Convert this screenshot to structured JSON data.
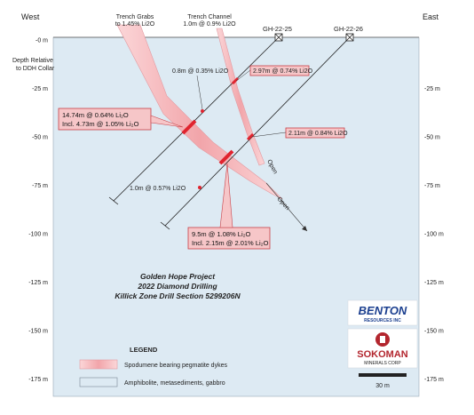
{
  "header": {
    "west": "West",
    "east": "East"
  },
  "depth_axis": {
    "caption_line1": "Depth Relative",
    "caption_line2": "to DDH Collar",
    "ticks": [
      "-0 m",
      "-25 m",
      "-50 m",
      "-75 m",
      "-100 m",
      "-125 m",
      "-150 m",
      "-175 m"
    ]
  },
  "drillholes": [
    {
      "name": "GH-22-25"
    },
    {
      "name": "GH-22-26"
    }
  ],
  "surface_samples": {
    "trench_grabs_l1": "Trench Grabs",
    "trench_grabs_l2": "to 1.45% Li2O",
    "trench_channel_l1": "Trench Channel",
    "trench_channel_l2": "1.0m @ 0.9% Li2O"
  },
  "intercepts": {
    "a": "0.8m @ 0.35% Li2O",
    "b": "2.97m @ 0.74% Li2O",
    "c_l1": "14.74m @ 0.64% Li₂O",
    "c_l2": "Incl. 4.73m @ 1.05% Li₂O",
    "d": "2.11m @ 0.84% Li2O",
    "e": "1.0m @ 0.57% Li2O",
    "f_l1": "9.5m @ 1.08% Li₂O",
    "f_l2": "Incl. 2.15m @ 2.01% Li₂O"
  },
  "open_labels": [
    "Open",
    "Open"
  ],
  "title": {
    "line1": "Golden Hope Project",
    "line2": "2022 Diamond Drilling",
    "line3": "Killick Zone Drill Section 5299206N"
  },
  "legend": {
    "heading": "LEGEND",
    "item1": "Spodumene bearing pegmatite dykes",
    "item2": "Amphibolite, metasediments, gabbro"
  },
  "logos": {
    "benton_main": "BENTON",
    "benton_sub": "RESOURCES INC",
    "sokoman_main": "SOKOMAN",
    "sokoman_sub": "MINERALS CORP"
  },
  "scale_label": "30 m",
  "colors": {
    "host_rock": "#ddeaf3",
    "pegmatite": "#f4b5b8",
    "pegmatite_dark": "#e06a72",
    "intercept": "#e0242f",
    "benton_blue": "#1b3f8f",
    "sokoman_red": "#b3262e"
  }
}
